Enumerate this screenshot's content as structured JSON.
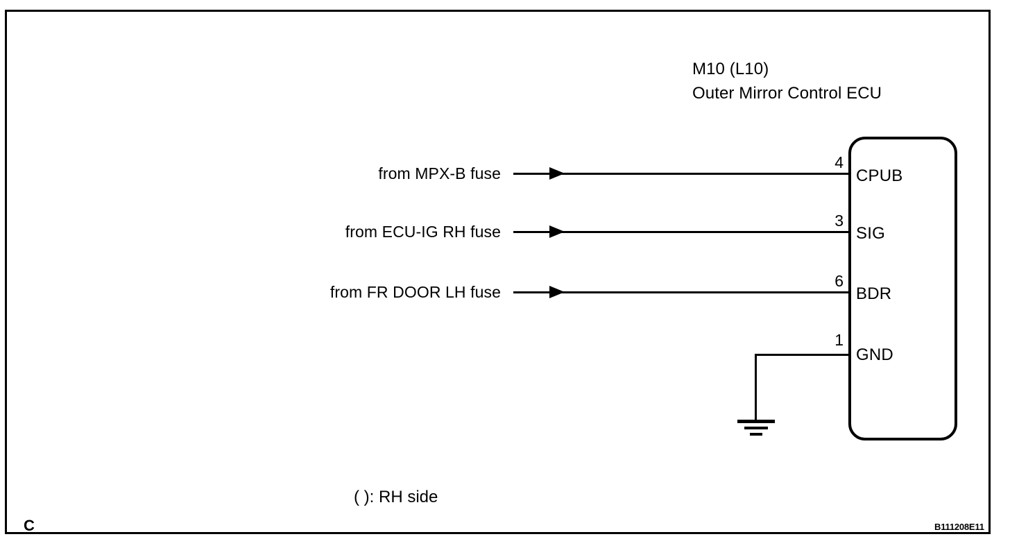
{
  "diagram": {
    "ecu": {
      "connector_id": "M10 (L10)",
      "name": "Outer Mirror Control ECU",
      "terminals": [
        {
          "pin": "4",
          "name": "CPUB"
        },
        {
          "pin": "3",
          "name": "SIG"
        },
        {
          "pin": "6",
          "name": "BDR"
        },
        {
          "pin": "1",
          "name": "GND"
        }
      ]
    },
    "sources": [
      {
        "label": "from MPX-B fuse"
      },
      {
        "label": "from ECU-IG RH fuse"
      },
      {
        "label": "from FR DOOR LH fuse"
      }
    ],
    "ground": {
      "symbol_name": "chassis-ground"
    },
    "legend_note": "( ): RH side",
    "corner_mark": "C",
    "reference_code": "B111208E11",
    "line_color": "#000000",
    "background_color": "#ffffff"
  }
}
